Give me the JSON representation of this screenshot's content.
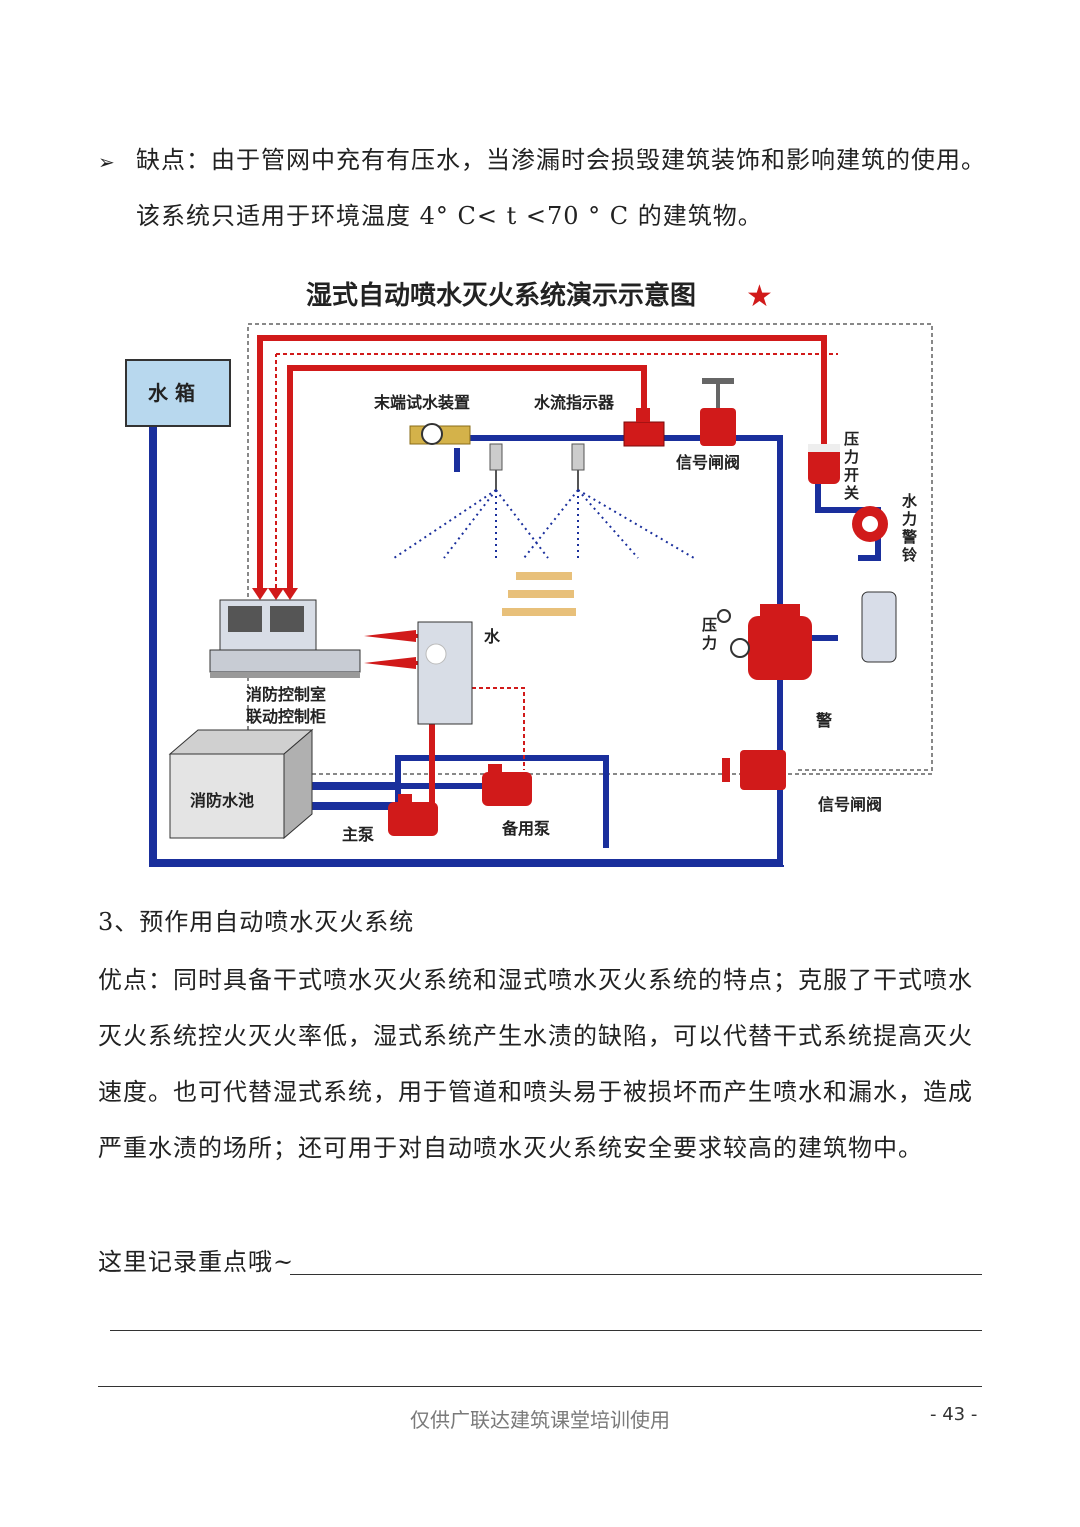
{
  "paragraphs": {
    "disadvantage_line1": "缺点：由于管网中充有有压水，当渗漏时会损毁建筑装饰和影响建筑的使用。",
    "disadvantage_line2": "该系统只适用于环境温度 4° C< t <70 ° C 的建筑物。",
    "section_heading": "3、预作用自动喷水灭火系统",
    "advantage_line1": "优点：同时具备干式喷水灭火系统和湿式喷水灭火系统的特点；克服了干式喷水",
    "advantage_line2": "灭火系统控火灭火率低，湿式系统产生水渍的缺陷，可以代替干式系统提高灭火",
    "advantage_line3": "速度。也可代替湿式系统，用于管道和喷头易于被损坏而产生喷水和漏水，造成",
    "advantage_line4": "严重水渍的场所；还可用于对自动喷水灭火系统安全要求较高的建筑物中。",
    "note_label": "这里记录重点哦~"
  },
  "diagram": {
    "title": "湿式自动喷水灭火系统演示示意图",
    "star": "★",
    "labels": {
      "water_tank": "水 箱",
      "end_test_device": "末端试水装置",
      "flow_indicator": "水流指示器",
      "signal_valve_top": "信号闸阀",
      "pressure_switch": "压力开关",
      "water_bell": "水力警铃",
      "pressure": "压力",
      "water": "水",
      "alarm": "警",
      "control_room_line1": "消防控制室",
      "control_room_line2": "联动控制柜",
      "fire_pool": "消防水池",
      "main_pump": "主泵",
      "backup_pump": "备用泵",
      "signal_valve_bottom": "信号闸阀"
    }
  },
  "footer": {
    "text": "仅供广联达建筑课堂培训使用",
    "page_number": "- 43 -"
  },
  "colors": {
    "pipe_blue": "#1a2f9c",
    "pipe_red": "#d11a1a",
    "tank_blue": "#b8d8ee"
  }
}
